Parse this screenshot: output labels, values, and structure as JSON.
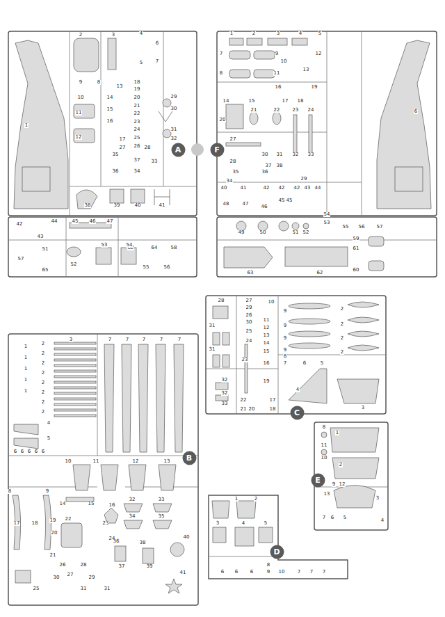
{
  "diagram": {
    "nodes": [
      {
        "text": [
          "A"
        ]
      },
      {
        "text": [
          "F"
        ]
      },
      {
        "text": [
          "C"
        ]
      },
      {
        "text": [
          "B"
        ]
      },
      {
        "text": [
          "E"
        ]
      },
      {
        "text": [
          "D"
        ]
      }
    ],
    "labels": [
      "1",
      "2",
      "3",
      "4",
      "5",
      "6",
      "7",
      "9",
      "10",
      "11",
      "12",
      "13",
      "14",
      "15",
      "16",
      "17",
      "18",
      "19",
      "20",
      "21",
      "22",
      "23",
      "24",
      "25",
      "26",
      "27",
      "28",
      "29",
      "30",
      "31",
      "32",
      "33",
      "34",
      "35",
      "36",
      "37",
      "38",
      "39",
      "40",
      "41",
      "42",
      "43",
      "44",
      "45",
      "46",
      "47",
      "62",
      "64",
      "58",
      "57",
      "51",
      "52",
      "53",
      "54",
      "65",
      "55",
      "56",
      "8",
      "1",
      "2",
      "3",
      "4",
      "5",
      "7",
      "9",
      "12",
      "8",
      "11",
      "13",
      "14",
      "15",
      "16",
      "17",
      "18",
      "19",
      "6",
      "20",
      "21",
      "22",
      "23",
      "24",
      "27",
      "28",
      "30",
      "31",
      "32",
      "33",
      "29",
      "35",
      "36",
      "37",
      "38",
      "34",
      "40",
      "41",
      "42",
      "42",
      "42",
      "43",
      "44",
      "48",
      "47",
      "46",
      "45",
      "45",
      "49",
      "50",
      "51",
      "52",
      "53",
      "54",
      "55",
      "56",
      "57",
      "59",
      "61",
      "60",
      "63",
      "62",
      "10",
      "3",
      "1",
      "1",
      "1",
      "1",
      "1",
      "2",
      "2",
      "2",
      "2",
      "2",
      "2",
      "2",
      "2",
      "4",
      "5",
      "6",
      "6",
      "6",
      "6",
      "6",
      "7",
      "7",
      "7",
      "7",
      "7",
      "8",
      "9",
      "10",
      "11",
      "12",
      "13",
      "14",
      "15",
      "16",
      "17",
      "18",
      "19",
      "20",
      "21",
      "22",
      "23",
      "24",
      "25",
      "26",
      "27",
      "28",
      "29",
      "30",
      "31",
      "31",
      "32",
      "33",
      "34",
      "35",
      "36",
      "37",
      "38",
      "39",
      "40",
      "41",
      "28",
      "27",
      "29",
      "26",
      "30",
      "25",
      "24",
      "23",
      "22",
      "21",
      "20",
      "19",
      "18",
      "17",
      "16",
      "15",
      "14",
      "13",
      "12",
      "11",
      "10",
      "9",
      "9",
      "9",
      "9",
      "8",
      "7",
      "6",
      "5",
      "4",
      "3",
      "2",
      "2",
      "2",
      "2",
      "31",
      "31",
      "32",
      "32",
      "33",
      "8",
      "1",
      "11",
      "10",
      "2",
      "9",
      "12",
      "13",
      "3",
      "7",
      "6",
      "5",
      "4",
      "1",
      "2",
      "3",
      "4",
      "5",
      "6",
      "6",
      "6",
      "8",
      "9",
      "10",
      "7",
      "7",
      "7"
    ]
  }
}
